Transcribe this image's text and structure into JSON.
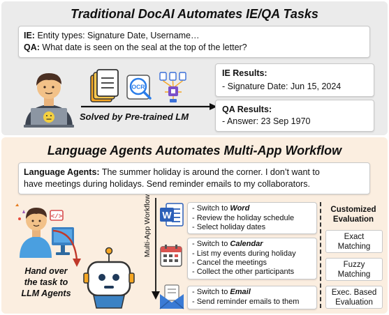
{
  "top": {
    "title": "Traditional DocAI Automates IE/QA Tasks",
    "task": {
      "ie_label": "IE:",
      "ie_text": " Entity types: Signature Date, Username…",
      "qa_label": "QA:",
      "qa_text": " What date is seen on the seal at the top of the letter?"
    },
    "ocr_label": "OCR",
    "solver_label": "Solved by Pre-trained LM",
    "ie_results": {
      "title": "IE Results:",
      "value": "- Signature Date: Jun 15, 2024"
    },
    "qa_results": {
      "title": "QA Results:",
      "value": "- Answer: 23 Sep 1970"
    }
  },
  "bottom": {
    "title": "Language Agents Automates Multi-App Workflow",
    "task": {
      "label": "Language Agents:",
      "line1": " The summer holiday is around the corner. I don’t want to",
      "line2": "have meetings during holidays. Send reminder emails to my collaborators."
    },
    "handover": [
      "Hand over",
      "the task to",
      "LLM Agents"
    ],
    "workflow_label": "Multi-App Workflow",
    "word_icon_letter": "W",
    "workflow": [
      {
        "prefix": "- Switch to ",
        "app": "Word",
        "steps": [
          "- Review the holiday schedule",
          "- Select holiday dates"
        ]
      },
      {
        "prefix": "- Switch to ",
        "app": "Calendar",
        "steps": [
          "- List my events during holiday",
          "- Cancel the meetings",
          "- Collect the other participants"
        ]
      },
      {
        "prefix": "- Switch to ",
        "app": "Email",
        "steps": [
          "- Send reminder emails to them"
        ]
      }
    ],
    "evaluation": {
      "title_line1": "Customized",
      "title_line2": "Evaluation",
      "methods": [
        [
          "Exact",
          "Matching"
        ],
        [
          "Fuzzy",
          "Matching"
        ],
        [
          "Exec. Based",
          "Evaluation"
        ]
      ]
    }
  },
  "colors": {
    "top_bg": "#ebebeb",
    "bottom_bg": "#fbeee0",
    "agent_arrow": "#c0392b",
    "word_blue": "#2b5fb8",
    "calendar_red": "#d9534f",
    "email_blue": "#3a7bd5"
  }
}
